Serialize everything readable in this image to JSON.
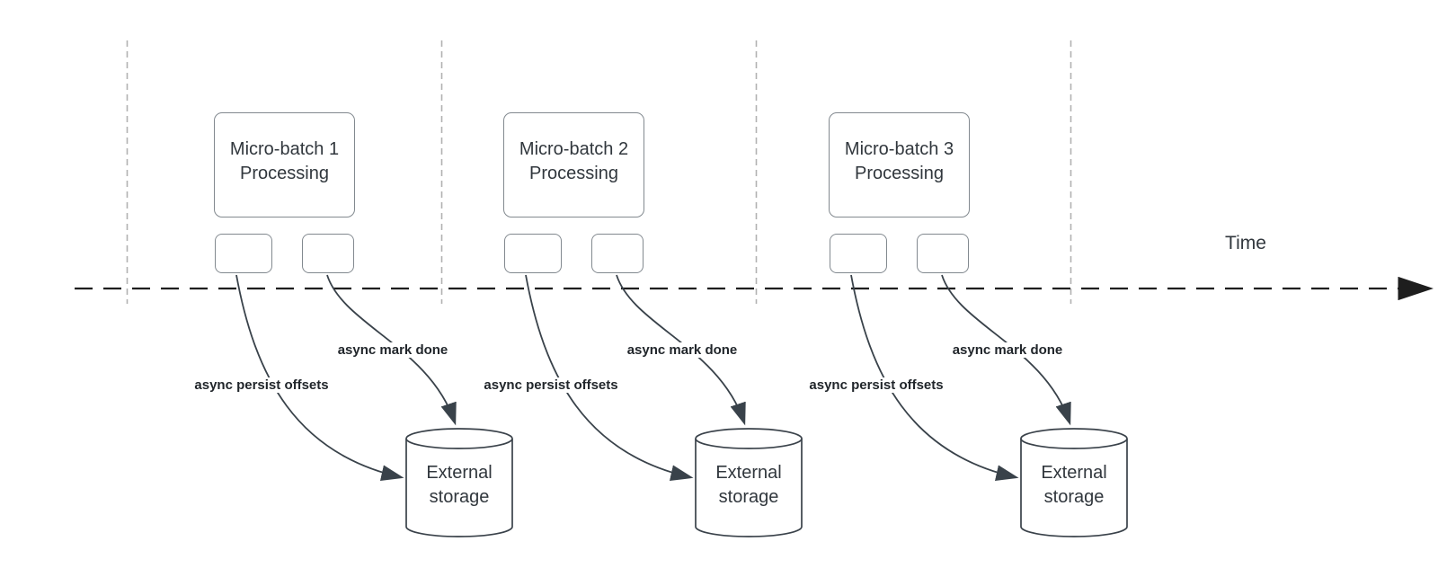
{
  "diagram": {
    "time_axis_label": "Time",
    "arrow_labels": {
      "persist": "async persist offsets",
      "mark_done": "async mark done"
    },
    "groups": [
      {
        "title_line1": "Micro-batch 1",
        "title_line2": "Processing",
        "storage_line1": "External",
        "storage_line2": "storage"
      },
      {
        "title_line1": "Micro-batch 2",
        "title_line2": "Processing",
        "storage_line1": "External",
        "storage_line2": "storage"
      },
      {
        "title_line1": "Micro-batch 3",
        "title_line2": "Processing",
        "storage_line1": "External",
        "storage_line2": "storage"
      }
    ],
    "colors": {
      "box_border": "#82898f",
      "shape_stroke": "#3a424a",
      "flow_stroke": "#39424a",
      "timeline_stroke": "#1e1e1e",
      "guide_stroke": "#b1b1b1",
      "text": "#31373d",
      "label_text": "#21262b"
    }
  }
}
